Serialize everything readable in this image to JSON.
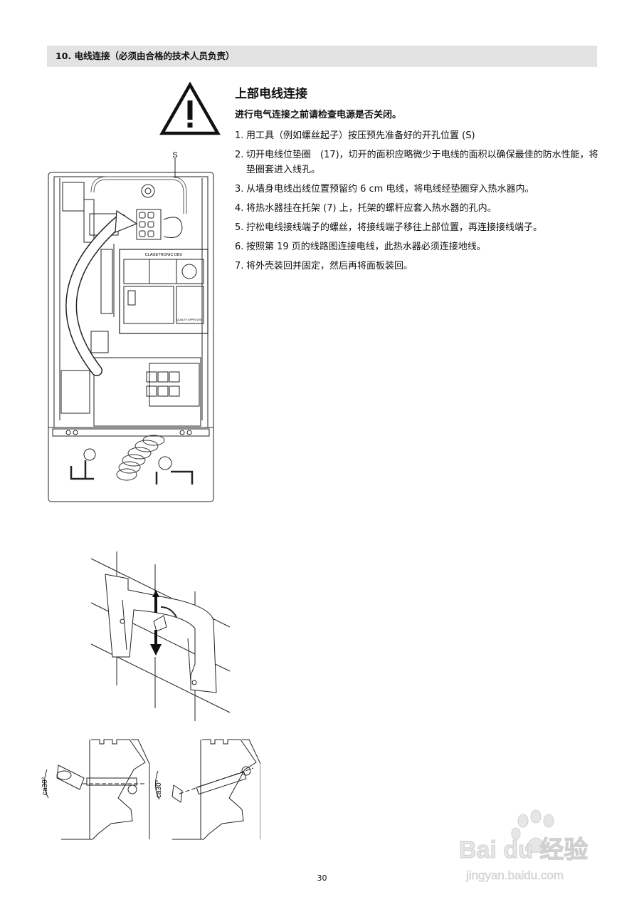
{
  "section": {
    "title": "10. 电线连接（必须由合格的技术人员负责）"
  },
  "subsection": {
    "title": "上部电线连接"
  },
  "warning": {
    "text": "进行电气连接之前请检查电源是否关闭。"
  },
  "steps": [
    {
      "num": "1.",
      "text": "用工具（例如螺丝起子）按压预先准备好的开孔位置 (S)"
    },
    {
      "num": "2.",
      "text": "切开电线位垫圈　(17)，切开的面积应略微少于电线的面积以确保最佳的防水性能，将垫圈套进入线孔。"
    },
    {
      "num": "3.",
      "text": "从墙身电线出线位置预留约 6 cm 电线，将电线经垫圈穿入热水器内。"
    },
    {
      "num": "4.",
      "text": "将热水器挂在托架 (7) 上，托架的螺杆应套入热水器的孔内。"
    },
    {
      "num": "5.",
      "text": "拧松电线接线端子的螺丝，将接线端子移往上部位置，再连接接线端子。"
    },
    {
      "num": "6.",
      "text": "按照第 19 页的线路图连接电线，此热水器必须连接地线。"
    },
    {
      "num": "7.",
      "text": "将外壳装回并固定，然后再将面板装回。"
    }
  ],
  "figure_heater": {
    "label_s": "S",
    "panel_brand": "CLAGETRONIC DBX",
    "panel_quality": "QUALITY APPROVED"
  },
  "figure_angle": {
    "angle_left": "ca30°",
    "angle_right": "ca30°"
  },
  "page": {
    "number": "30"
  },
  "watermark": {
    "brand": "Bai du 经验",
    "url": "jingyan.baidu.com"
  }
}
